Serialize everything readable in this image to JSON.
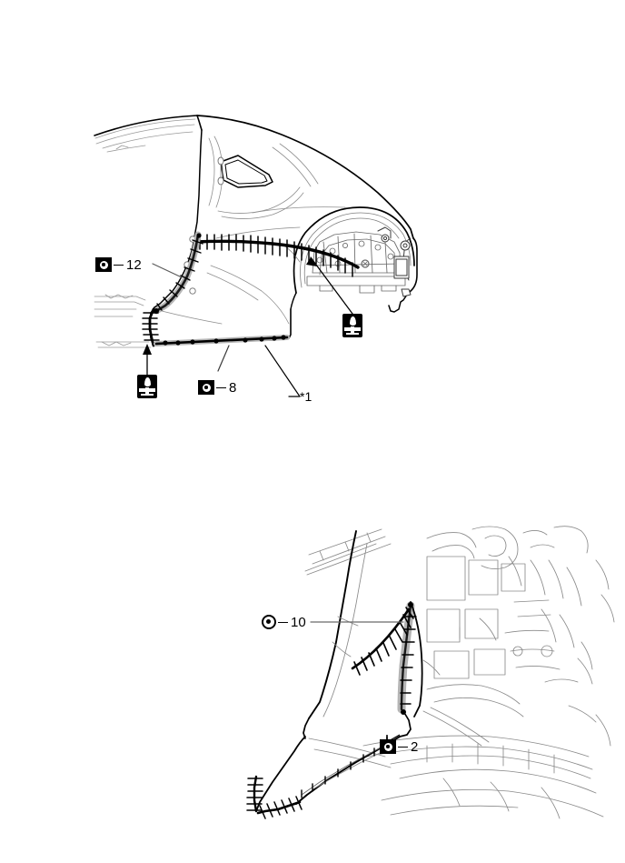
{
  "document": {
    "title": "Quarter Panel Sealer Application Diagram",
    "type": "diagram",
    "background_color": "#ffffff",
    "line_color": "#000000",
    "thin_line_color": "#8a8a8a"
  },
  "figures": [
    {
      "id": "figure-1",
      "name": "rear-quarter-panel-exterior-view",
      "description": "Rear three-quarter exterior line drawing of vehicle body side showing roof side rail, quarter window opening, rear wheel arch, inner wheel housing and rocker/sill area with sealer bead paths",
      "callouts": [
        {
          "id": "callout-12",
          "marker": "square-bolt-marker",
          "marker_type": "square",
          "number": "12",
          "dash": "—",
          "points_to": "roof-side-rail-to-quarter-panel-seam"
        },
        {
          "id": "callout-8",
          "marker": "square-bolt-marker",
          "marker_type": "square",
          "number": "8",
          "dash": "—",
          "points_to": "rocker-panel-lower-flange-seam"
        },
        {
          "id": "callout-sealer-wheel-arch",
          "marker": "sealer-application-icon",
          "marker_type": "sealer",
          "number": "",
          "points_to": "rear-wheel-arch-inner-seam"
        },
        {
          "id": "callout-sealer-rocker-front",
          "marker": "sealer-application-icon",
          "marker_type": "sealer",
          "number": "",
          "points_to": "rocker-panel-front-end-seam"
        },
        {
          "id": "callout-star-1",
          "marker": "none",
          "marker_type": "text",
          "number": "*1",
          "points_to": "quarter-panel-lower-rear-edge"
        }
      ]
    },
    {
      "id": "figure-2",
      "name": "rear-quarter-panel-inner-structure-view",
      "description": "Close-up line drawing of rear body inner structure, wheel housing and quarter inner panel showing sealer bead paths along the pillar and lower flange",
      "callouts": [
        {
          "id": "callout-10",
          "marker": "round-bolt-marker",
          "marker_type": "round",
          "number": "10",
          "dash": "—",
          "points_to": "quarter-inner-panel-pillar-seam"
        },
        {
          "id": "callout-2",
          "marker": "square-bolt-marker",
          "marker_type": "square",
          "number": "2",
          "dash": "—",
          "points_to": "lower-body-flange-seam"
        }
      ]
    }
  ]
}
